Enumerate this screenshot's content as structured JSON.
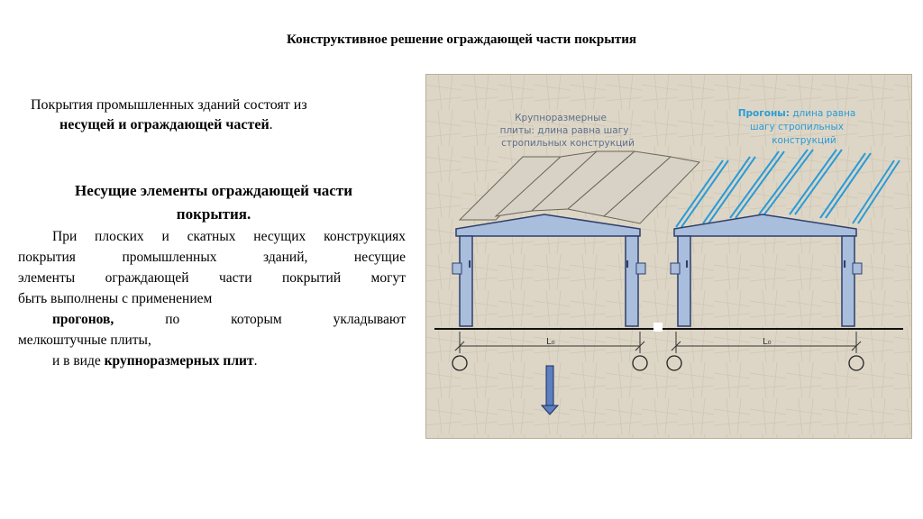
{
  "title": "Конструктивное решение ограждающей части покрытия",
  "intro": {
    "line1": "Покрытия промышленных зданий состоят из",
    "line2_bold": "несущей и ограждающей частей",
    "line2_end": "."
  },
  "subheading": {
    "line1": "Несущие элементы ограждающей части",
    "line2": "покрытия."
  },
  "paragraph": {
    "line1": "При плоских и скатных несущих конструкциях",
    "line2": "покрытия промышленных зданий, несущие",
    "line3": "элементы ограждающей части покрытий могут",
    "line4": "быть выполнены с применением",
    "line5_bold": "прогонов,",
    "line5_rest": "по которым укладывают",
    "line6": "мелкоштучные плиты,",
    "line7_start": "и в виде",
    "line7_bold": "крупноразмерных плит",
    "line7_end": "."
  },
  "figure": {
    "left_caption": {
      "line1": "Крупноразмерные",
      "line2": "плиты: длина равна шагу",
      "line3": "стропильных конструкций"
    },
    "right_caption": {
      "line1_bold": "Прогоны:",
      "line1_rest": " длина равна",
      "line2": "шагу стропильных",
      "line3": "конструкций"
    },
    "column_mark": "I",
    "span_label": "L₀",
    "colors": {
      "background": "#ddd6c6",
      "frame_fill": "#a9bddc",
      "frame_stroke": "#2f3f6a",
      "purlin": "#2b9bd6",
      "slab": "#d7d2c5",
      "arrow": "#5b7fc1"
    }
  }
}
